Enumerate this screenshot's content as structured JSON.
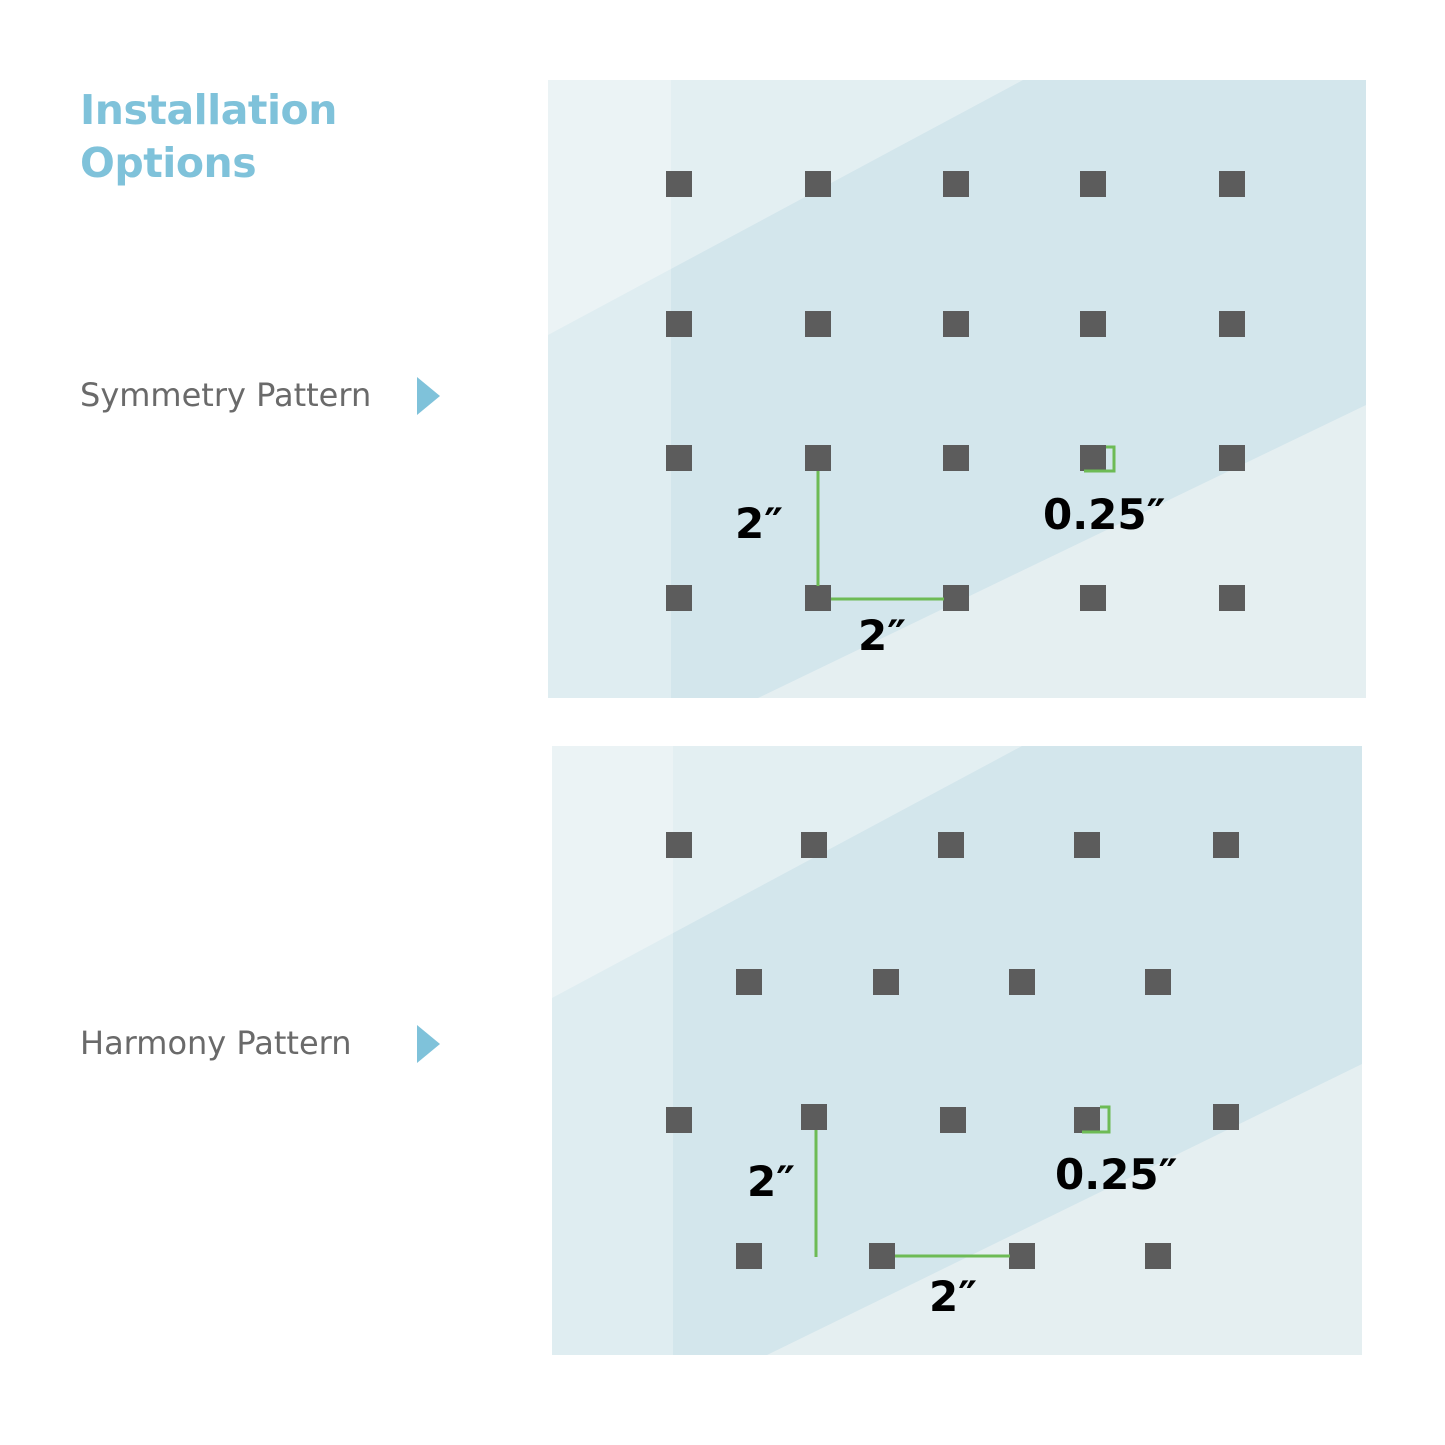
{
  "heading": {
    "line1": "Installation",
    "line2": "Options"
  },
  "colors": {
    "accent": "#7fc2da",
    "dot": "#5c5c5c",
    "dimension": "#6dbb55",
    "panel": "#d3e6ec"
  },
  "patterns": [
    {
      "label": "Symmetry Pattern",
      "arrow_icon": "triangle-right-icon",
      "dimensions": {
        "vertical": "2″",
        "horizontal": "2″",
        "dot_size": "0.25″"
      }
    },
    {
      "label": "Harmony Pattern",
      "arrow_icon": "triangle-right-icon",
      "dimensions": {
        "vertical": "2″",
        "horizontal": "2″",
        "dot_size": "0.25″"
      }
    }
  ]
}
